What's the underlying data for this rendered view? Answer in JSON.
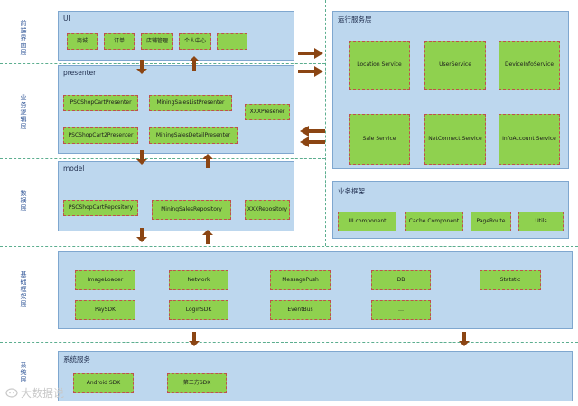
{
  "layers": {
    "ui_layer": "前端界面层",
    "business_layer": "业务逻辑层",
    "data_layer": "数据层",
    "framework_layer": "基础框架层",
    "system_layer": "系统层"
  },
  "ui": {
    "title": "UI",
    "items": [
      "商城",
      "订单",
      "店铺管理",
      "个人中心",
      "…"
    ]
  },
  "presenter": {
    "title": "presenter",
    "items": [
      "PSCShopCartPresenter",
      "MiningSalesListPresenter",
      "XXXPresener",
      "PSCShopCart2Presenter",
      "MiningSalesDetailPresenter"
    ]
  },
  "model": {
    "title": "model",
    "items": [
      "PSCShopCartRepository",
      "MiningSalesRepository",
      "XXXRepository"
    ]
  },
  "runtime": {
    "title": "运行服务层",
    "items": [
      "Location Service",
      "UserService",
      "DeviceInfoService",
      "Sale Service",
      "NetConnect Service",
      "InfoAccount Service"
    ]
  },
  "business_framework": {
    "title": "业务框架",
    "items": [
      "UI component",
      "Cache Component",
      "PageRoute",
      "Utils"
    ]
  },
  "base_framework": {
    "items": [
      "ImageLoader",
      "Network",
      "MessagePush",
      "DB",
      "Statstic",
      "PaySDK",
      "LoginSDK",
      "EventBus",
      "…"
    ]
  },
  "system": {
    "title": "系统服务",
    "items": [
      "Android SDK",
      "第三方SDK"
    ]
  },
  "watermark": "大数据说",
  "colors": {
    "panel": "#bdd7ee",
    "module": "#8fd14f",
    "module_border": "#c0504d",
    "arrow": "#8b4513",
    "divider": "#5cae8f"
  }
}
